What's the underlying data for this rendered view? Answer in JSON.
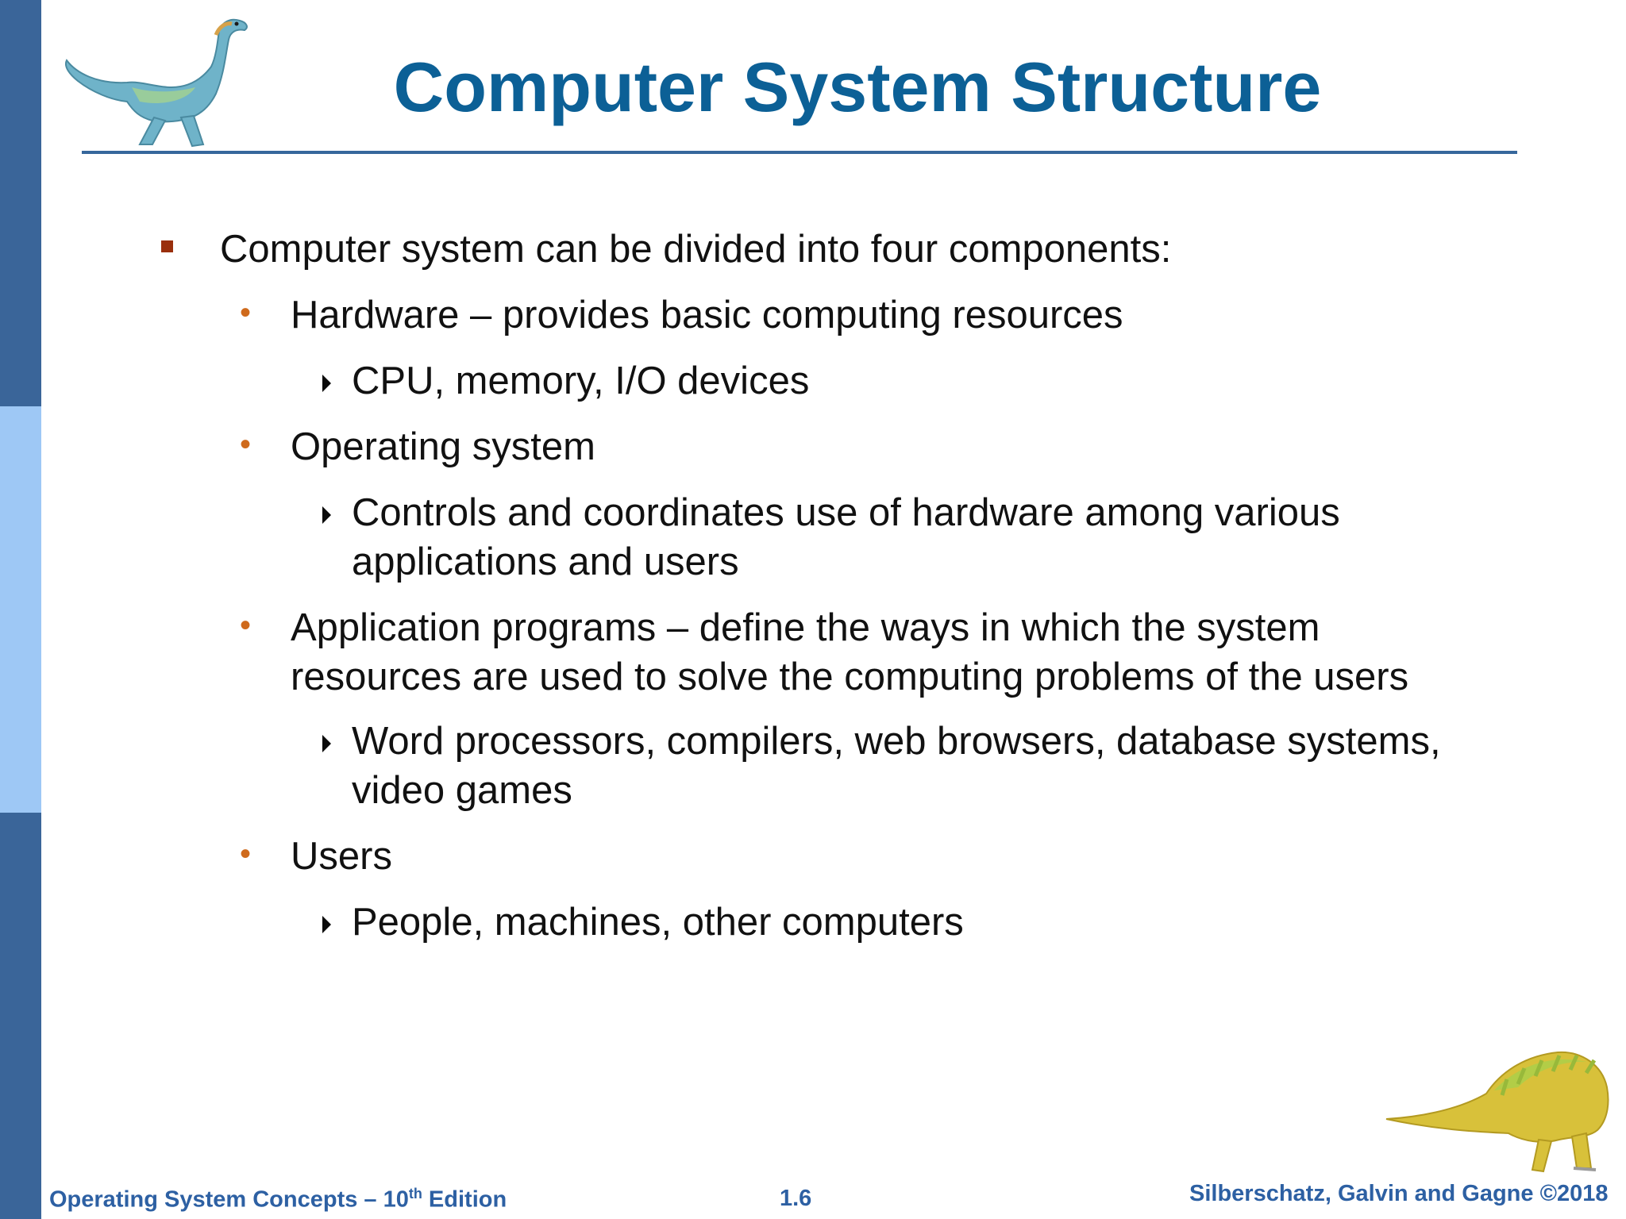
{
  "slide": {
    "title": "Computer System Structure",
    "bullets": [
      {
        "level": 1,
        "text": "Computer system can be divided into four components:"
      },
      {
        "level": 2,
        "text": "Hardware – provides basic computing resources"
      },
      {
        "level": 3,
        "text": "CPU, memory, I/O devices"
      },
      {
        "level": 2,
        "text": "Operating system"
      },
      {
        "level": 3,
        "lines": [
          "Controls and coordinates use of hardware among various",
          "applications and users"
        ]
      },
      {
        "level": 2,
        "lines": [
          "Application programs – define the ways in which the system",
          "resources are used to solve the computing problems of the users"
        ]
      },
      {
        "level": 3,
        "lines": [
          "Word processors, compilers, web browsers, database systems,",
          "video games"
        ]
      },
      {
        "level": 2,
        "text": "Users"
      },
      {
        "level": 3,
        "text": "People, machines, other computers"
      }
    ]
  },
  "footer": {
    "left_prefix": "Operating System Concepts – 10",
    "left_sup": "th",
    "left_suffix": " Edition",
    "page_number": "1.6",
    "right": "Silberschatz, Galvin and Gagne ©2018"
  },
  "colors": {
    "title": "#0c6096",
    "sidebar_dark": "#3a6599",
    "sidebar_light": "#9ec8f5",
    "bullet_square": "#9a2f0c",
    "bullet_dot": "#cf6a1c",
    "footer_text": "#2d60a3"
  },
  "icons": {
    "top_left": "dinosaur-icon",
    "bottom_right": "dinosaur-icon"
  }
}
